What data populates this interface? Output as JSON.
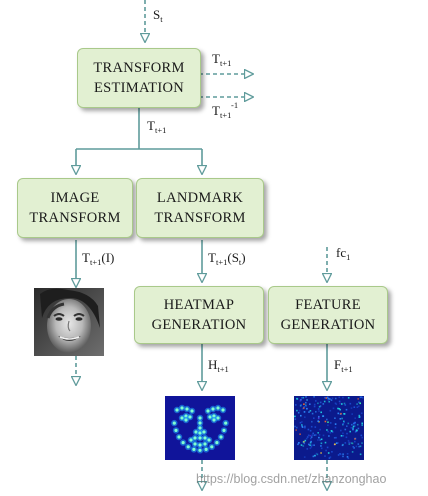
{
  "nodes": {
    "transform_estimation": "TRANSFORM\nESTIMATION",
    "image_transform": "IMAGE\nTRANSFORM",
    "landmark_transform": "LANDMARK\nTRANSFORM",
    "heatmap_generation": "HEATMAP\nGENERATION",
    "feature_generation": "FEATURE\nGENERATION"
  },
  "labels": {
    "input": {
      "base": "S",
      "sub": "t"
    },
    "t_out": {
      "base": "T",
      "sub": "t+1"
    },
    "t_inv_out": {
      "base": "T",
      "sub": "t+1",
      "sup": "-1"
    },
    "t_mid": {
      "base": "T",
      "sub": "t+1"
    },
    "img_out": {
      "base": "T",
      "sub": "t+1",
      "tail": "(I)"
    },
    "lmk_out": {
      "base": "T",
      "sub": "t+1",
      "tail": "(S",
      "tail_sub": "t",
      "tail_end": ")"
    },
    "fc": {
      "base": "fc",
      "sub": "1"
    },
    "h_out": {
      "base": "H",
      "sub": "t+1"
    },
    "f_out": {
      "base": "F",
      "sub": "t+1"
    }
  },
  "watermark": "https://blog.csdn.net/zhanzonghao",
  "colors": {
    "box_fill": "#e2f0d2",
    "box_border": "#a9c98a",
    "arrow": "#5f9b9b"
  }
}
